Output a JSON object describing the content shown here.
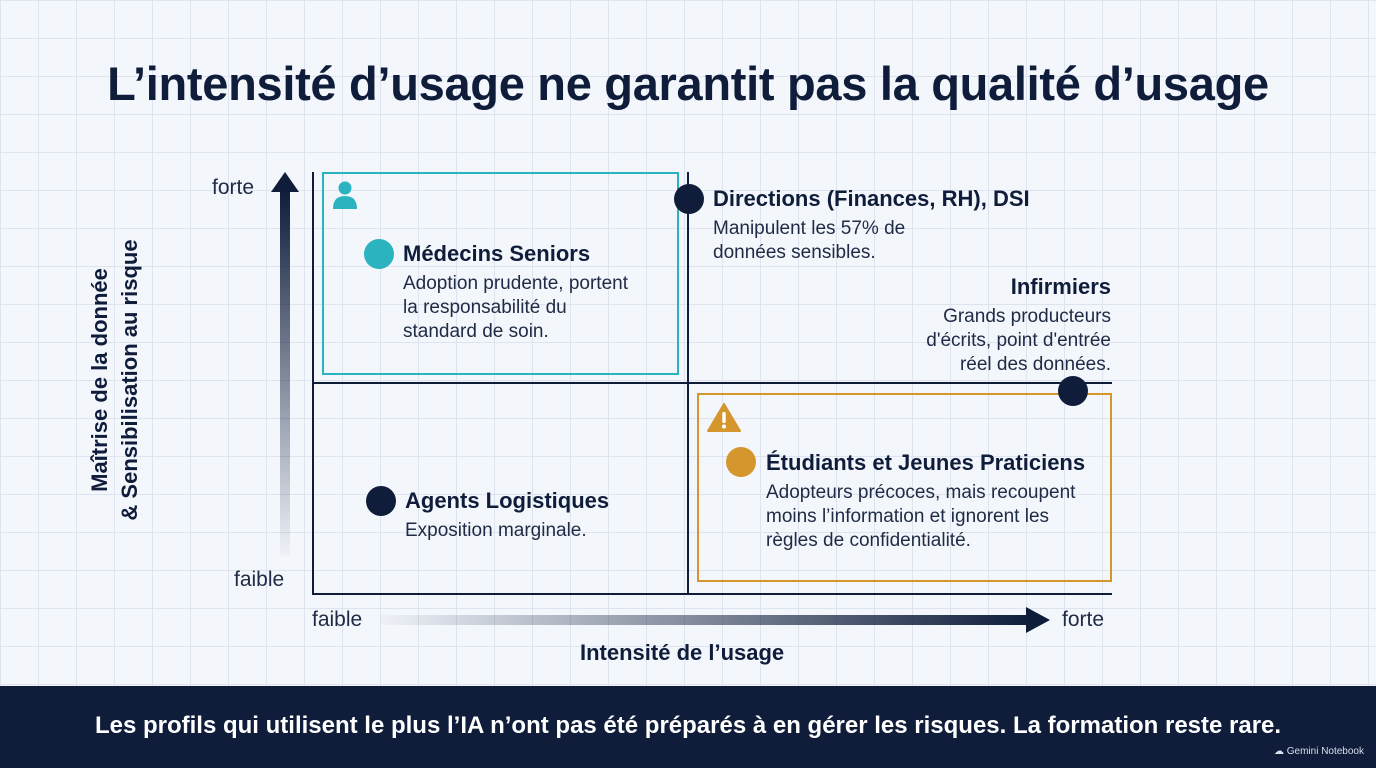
{
  "title": "L’intensité d’usage ne garantit pas la qualité d’usage",
  "y_axis": {
    "label_line1": "Maîtrise de la donnée",
    "label_line2": "& Sensibilisation au risque",
    "high": "forte",
    "low": "faible"
  },
  "x_axis": {
    "label": "Intensité de l’usage",
    "low": "faible",
    "high": "forte"
  },
  "quadrants": {
    "medecins": {
      "title": "Médecins Seniors",
      "desc_lines": [
        "Adoption prudente, portent",
        "la responsabilité du",
        "standard de soin."
      ],
      "icon": "person-icon",
      "color": "#2bb3c0"
    },
    "directions": {
      "title": "Directions (Finances, RH), DSI",
      "desc_lines": [
        "Manipulent les 57% de",
        "données sensibles."
      ],
      "color": "#0f1d3b"
    },
    "infirmiers": {
      "title": "Infirmiers",
      "desc_lines": [
        "Grands producteurs",
        "d'écrits, point d'entrée",
        "réel des données."
      ],
      "color": "#0f1d3b"
    },
    "agents": {
      "title": "Agents Logistiques",
      "desc_lines": [
        "Exposition marginale."
      ],
      "color": "#0f1d3b"
    },
    "etudiants": {
      "title": "Étudiants et Jeunes Praticiens",
      "desc_lines": [
        "Adopteurs précoces, mais recoupent",
        "moins l’information et ignorent les",
        "règles de confidentialité."
      ],
      "icon": "warning-icon",
      "color": "#d6962e"
    }
  },
  "footer": {
    "text": "Les profils qui utilisent le plus l’IA n’ont pas été préparés à en gérer les risques. La formation reste rare.",
    "brand": "Gemini Notebook"
  }
}
